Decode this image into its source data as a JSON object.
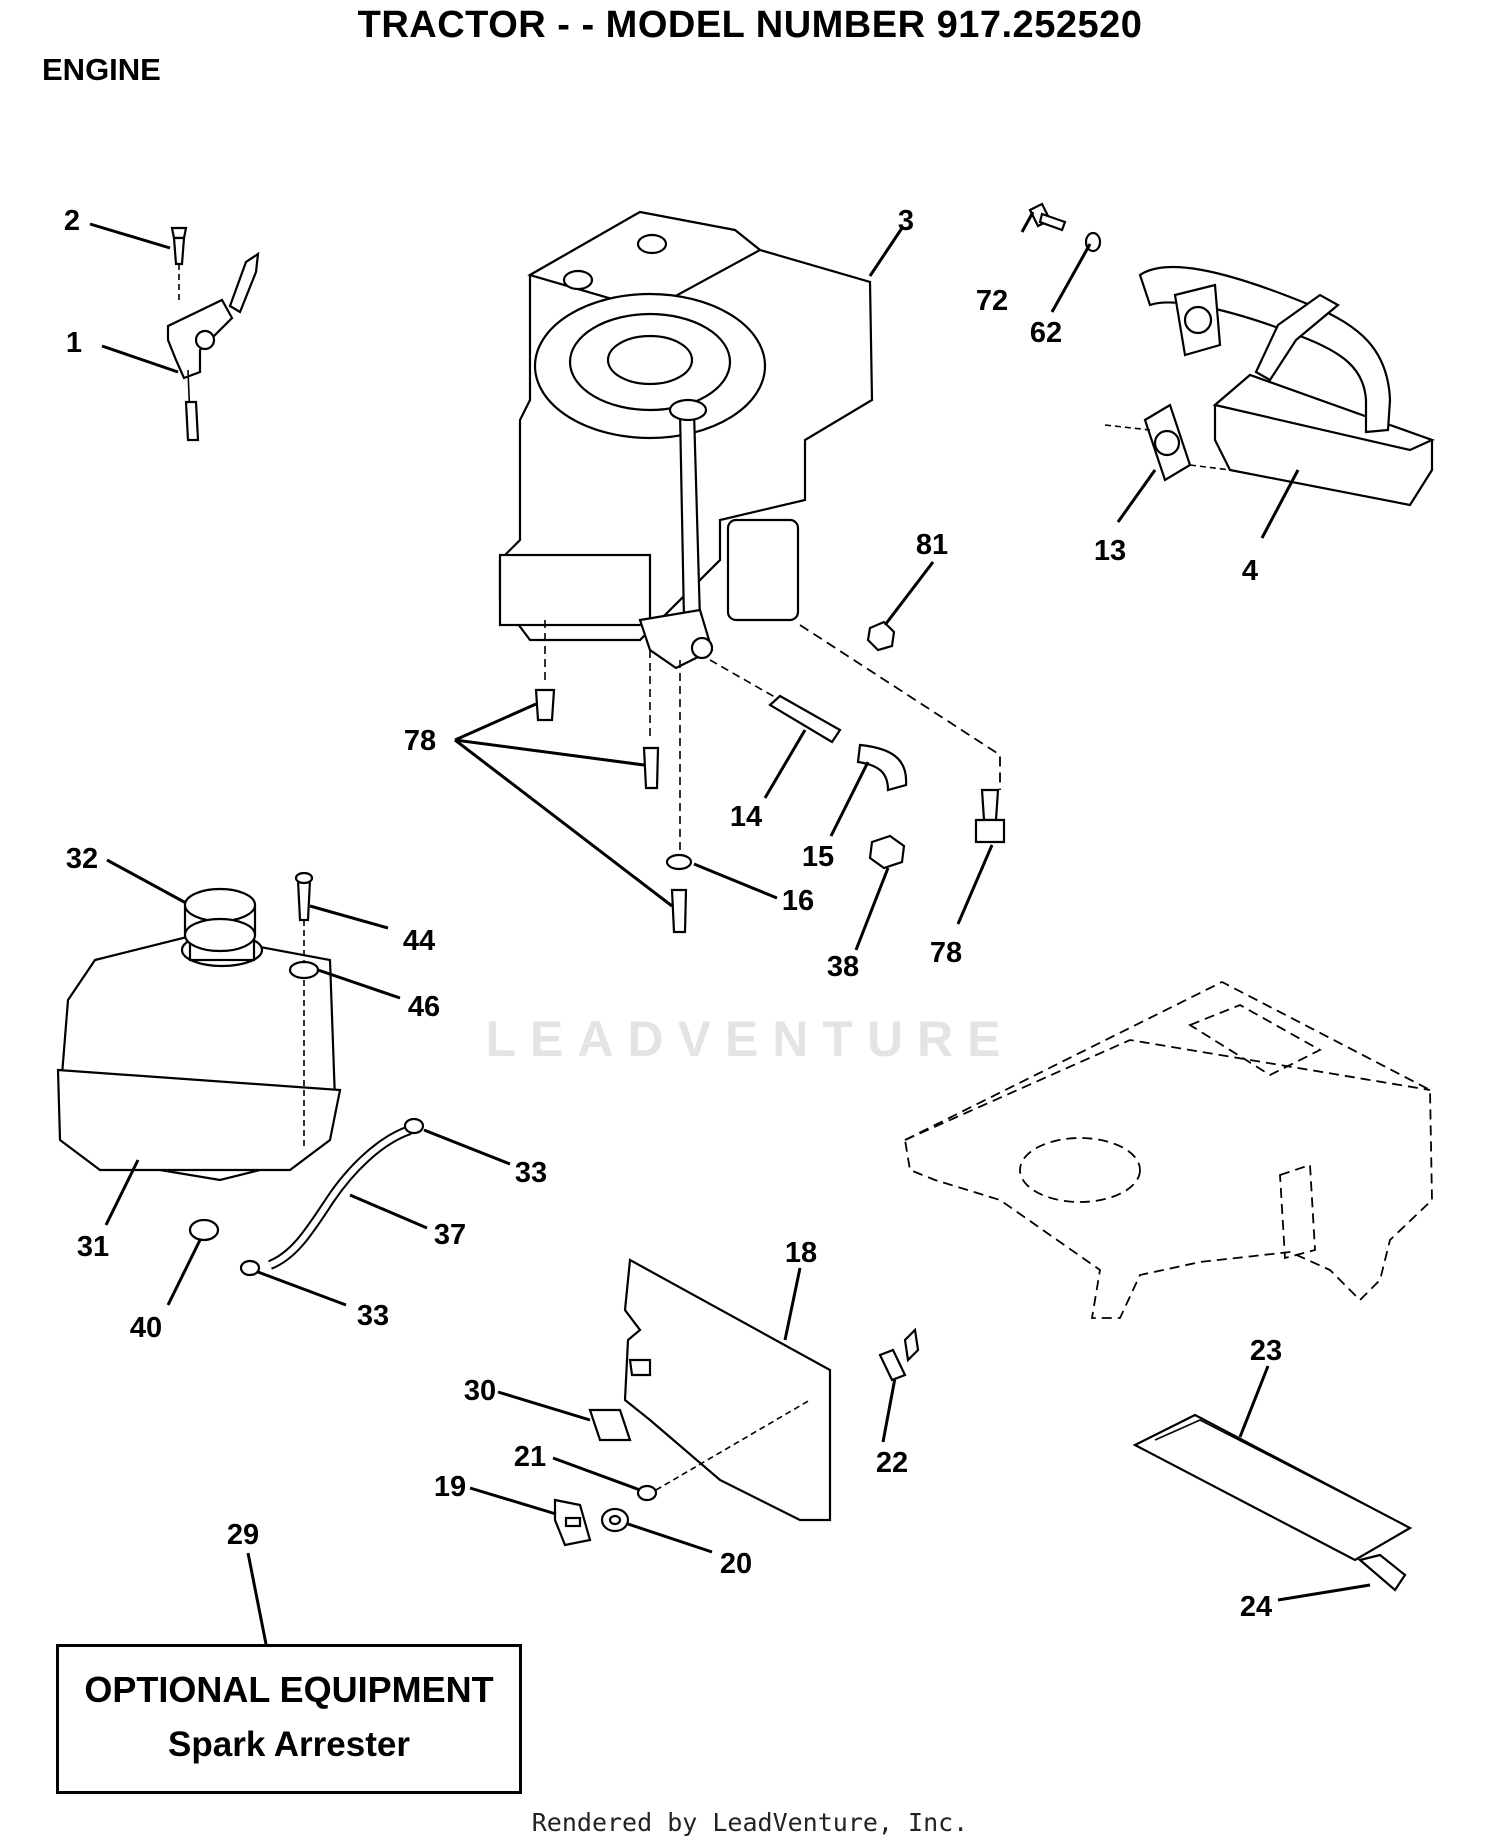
{
  "header": {
    "title": "TRACTOR - - MODEL NUMBER 917.252520",
    "section": "ENGINE"
  },
  "watermark": "LEADVENTURE",
  "optional_equipment": {
    "title": "OPTIONAL EQUIPMENT",
    "item": "Spark Arrester"
  },
  "footer": "Rendered by LeadVenture, Inc.",
  "callouts": [
    "1",
    "2",
    "3",
    "4",
    "13",
    "14",
    "15",
    "16",
    "18",
    "19",
    "20",
    "21",
    "22",
    "23",
    "24",
    "29",
    "30",
    "31",
    "32",
    "33",
    "33",
    "37",
    "38",
    "40",
    "44",
    "46",
    "62",
    "72",
    "78",
    "78",
    "81"
  ]
}
